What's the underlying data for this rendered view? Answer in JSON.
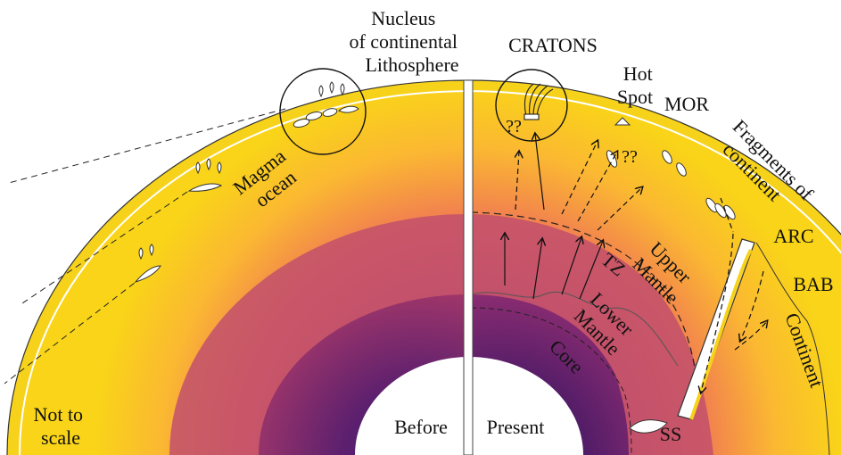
{
  "labels": {
    "nucleus": [
      "Nucleus",
      "of continental",
      "Lithosphere"
    ],
    "magma_ocean": [
      "Magma",
      "ocean"
    ],
    "not_to_scale": [
      "Not to",
      "scale"
    ],
    "before": "Before",
    "present": "Present",
    "cratons": "CRATONS",
    "qq_craton": "??",
    "qq_hotspot": "??",
    "hot_spot": [
      "Hot",
      "Spot"
    ],
    "mor": "MOR",
    "fragments": [
      "Fragments of",
      "continent"
    ],
    "arc": "ARC",
    "bab": "BAB",
    "continent": "Continent",
    "upper_mantle": [
      "Upper",
      "Mantle"
    ],
    "tz": "TZ",
    "lower_mantle": [
      "Lower",
      "Mantle"
    ],
    "core": "Core",
    "ss": "SS"
  },
  "colors": {
    "crust_yellow": "#f7d21a",
    "mantle_orange": "#f59a4a",
    "lower_mantle": "#c9506a",
    "core_purple": "#7a2a7e",
    "outline": "#222222"
  }
}
